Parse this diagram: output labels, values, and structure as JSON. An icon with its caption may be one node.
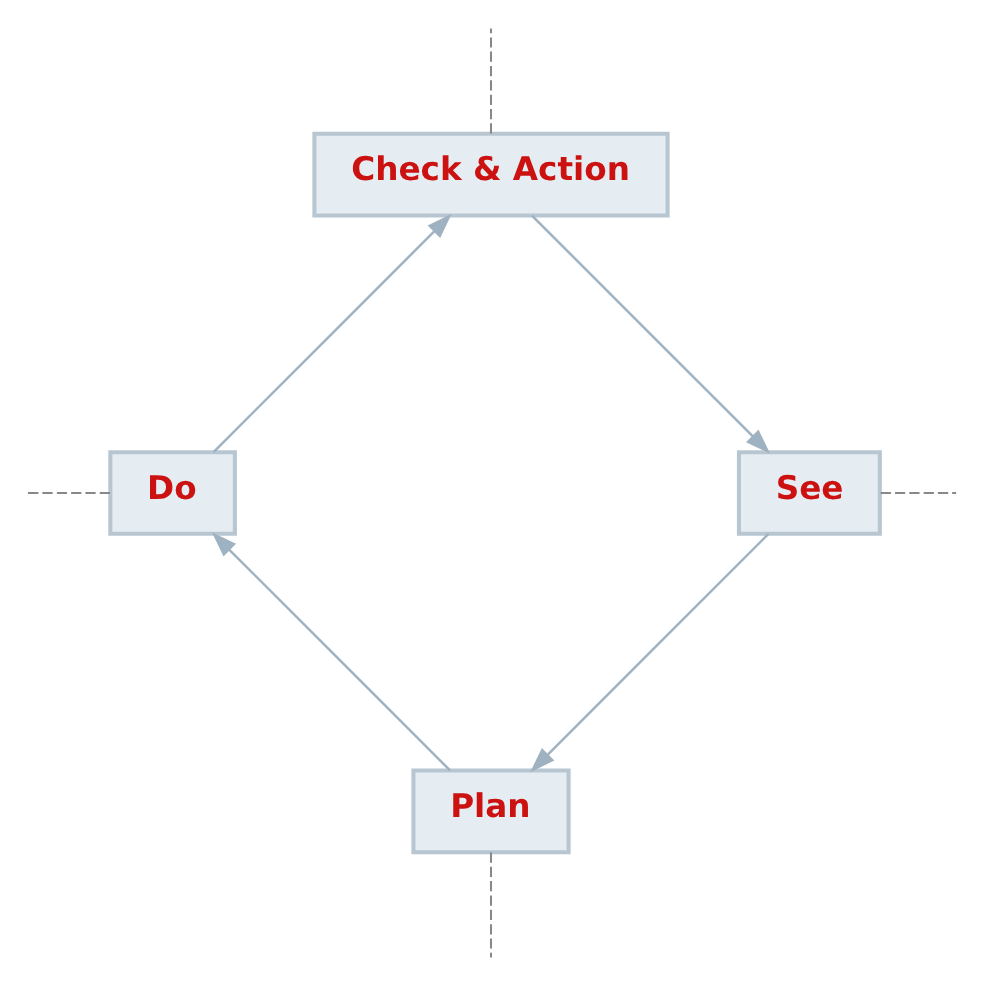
{
  "diagram": {
    "nodes": [
      {
        "text": [
          "Plan"
        ]
      },
      {
        "text": [
          "Do"
        ]
      },
      {
        "text": [
          "Check & Action"
        ]
      },
      {
        "text": [
          "See"
        ]
      }
    ],
    "edges": [
      {
        "from": 0,
        "to": 1,
        "arrow": "to"
      },
      {
        "from": 1,
        "to": 2,
        "arrow": "to"
      },
      {
        "from": 2,
        "to": 3,
        "arrow": "to"
      },
      {
        "from": 3,
        "to": 0,
        "arrow": "to"
      },
      {
        "from": 0,
        "to": null,
        "arrow": "none",
        "style": "dashed"
      },
      {
        "from": 1,
        "to": null,
        "arrow": "none",
        "style": "dashed"
      },
      {
        "from": 2,
        "to": null,
        "arrow": "none",
        "style": "dashed"
      },
      {
        "from": 3,
        "to": null,
        "arrow": "none",
        "style": "dashed"
      }
    ]
  }
}
